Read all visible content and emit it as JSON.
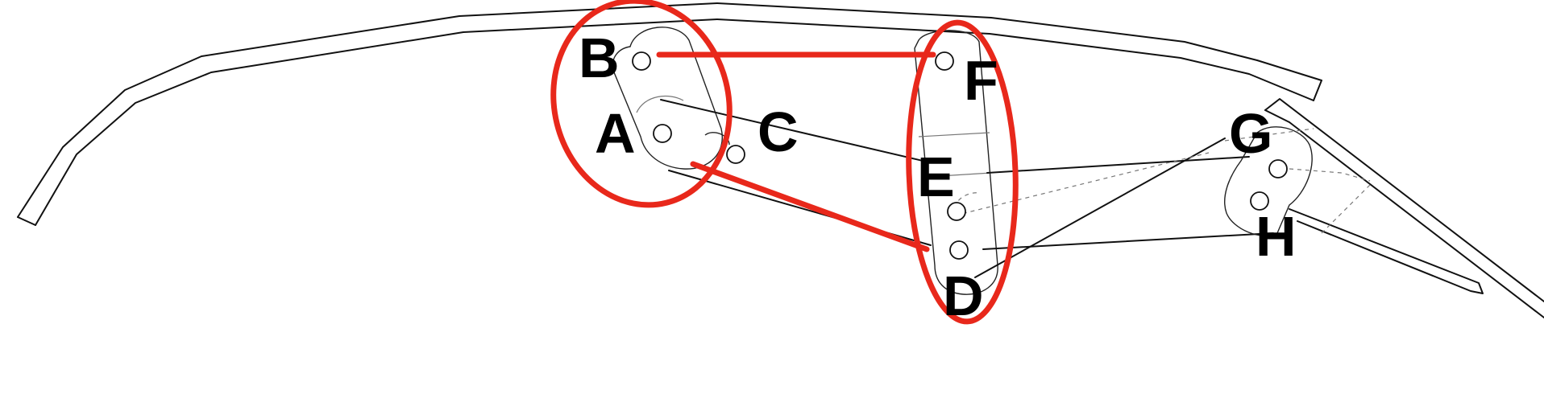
{
  "labels": {
    "A": "A",
    "B": "B",
    "C": "C",
    "D": "D",
    "E": "E",
    "F": "F",
    "G": "G",
    "H": "H"
  },
  "colors": {
    "background": "#ffffff",
    "drawing": "#111111",
    "highlight": "#e8281b"
  }
}
